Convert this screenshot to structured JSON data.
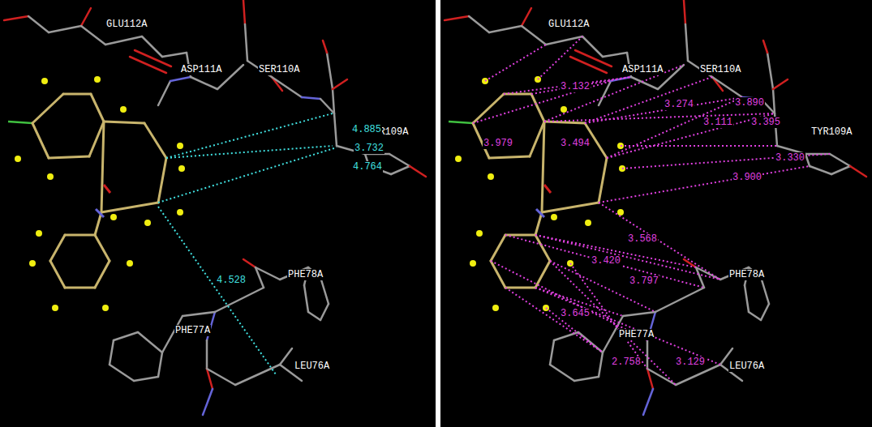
{
  "diagram": {
    "labels": [
      "GLU112A",
      "ASP111A",
      "SER110A",
      "TYR109A",
      "4.885",
      "3.732",
      "4.764",
      "4.528",
      "PHE78A",
      "PHE77A",
      "LEU76A",
      "GLU112A",
      "ASP111A",
      "SER110A",
      "TYR109A",
      "3.132",
      "3.274",
      "3.890",
      "3.111",
      "3.395",
      "3.979",
      "3.494",
      "3.330",
      "3.900",
      "3.568",
      "3.420",
      "3.797",
      "3.645",
      "2.758",
      "3.129",
      "PHE78A",
      "PHE77A",
      "LEU76A"
    ]
  }
}
